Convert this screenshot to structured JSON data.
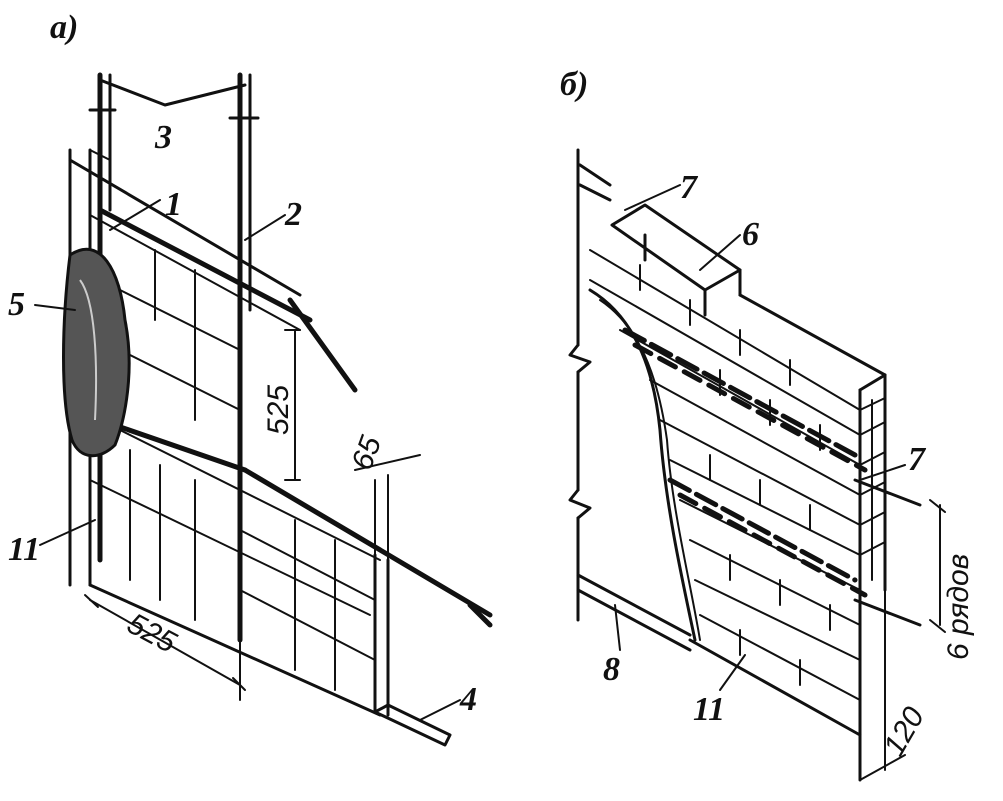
{
  "panels": {
    "a": {
      "label": "а)"
    },
    "b": {
      "label": "б)"
    }
  },
  "labels": {
    "n1": "1",
    "n2": "2",
    "n3": "3",
    "n4": "4",
    "n5": "5",
    "n11a": "11",
    "n7a": "7",
    "n6": "6",
    "n7b": "7",
    "n8": "8",
    "n11b": "11"
  },
  "dimensions": {
    "d525_vert": "525",
    "d65": "65",
    "d525_horiz": "525",
    "rows": "6 рядов",
    "d120": "120"
  }
}
